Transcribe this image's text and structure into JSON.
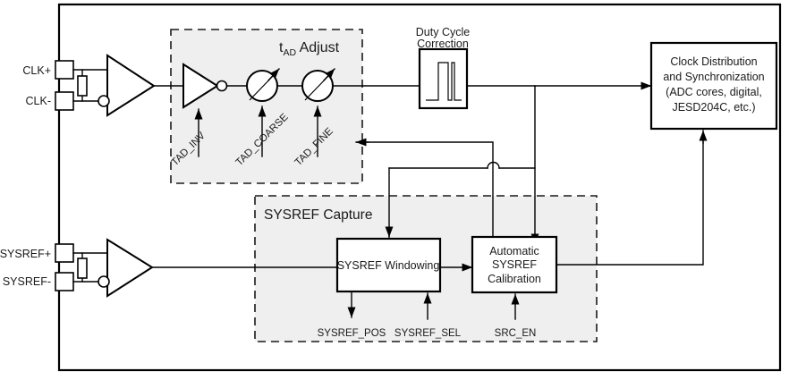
{
  "diagram": {
    "title": "Clock and SYSREF Input Block Diagram",
    "colors": {
      "line": "#000000",
      "region_fill": "#efefef",
      "block_fill": "#ffffff",
      "background": "#ffffff",
      "text": "#1a1a1a"
    },
    "pins": {
      "clk_pos": "CLK+",
      "clk_neg": "CLK-",
      "sysref_pos": "SYSREF+",
      "sysref_neg": "SYSREF-"
    },
    "regions": {
      "tad_adjust": {
        "title_main": "t",
        "title_sub": "AD",
        "title_rest": " Adjust",
        "title_full": "tAD Adjust"
      },
      "sysref_capture": {
        "title": "SYSREF Capture"
      }
    },
    "blocks": {
      "duty_cycle": {
        "label_line1": "Duty Cycle",
        "label_line2": "Correction"
      },
      "clock_distribution": {
        "label_line1": "Clock Distribution",
        "label_line2": "and Synchronization",
        "label_line3": "(ADC cores, digital,",
        "label_line4": "JESD204C, etc.)"
      },
      "sysref_windowing": {
        "label": "SYSREF Windowing"
      },
      "auto_sysref_cal": {
        "label_line1": "Automatic",
        "label_line2": "SYSREF",
        "label_line3": "Calibration"
      }
    },
    "controls": {
      "tad_inv": "TAD_INV",
      "tad_coarse": "TAD_COARSE",
      "tad_fine": "TAD_FINE",
      "sysref_pos_out": "SYSREF_POS",
      "sysref_sel": "SYSREF_SEL",
      "src_en": "SRC_EN"
    }
  }
}
